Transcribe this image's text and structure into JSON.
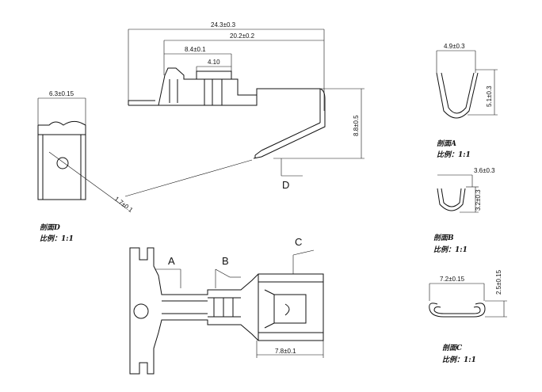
{
  "dimensions": {
    "total_length": "24.3±0.3",
    "length_2": "20.2±0.2",
    "length_3": "8.4±0.1",
    "length_4": "4.10",
    "height_side": "8.8±0.5",
    "end_width": "6.3±0.15",
    "angle_dim": "1.7±0.1",
    "bottom_len": "7.8±0.1",
    "sec_a_width": "4.9±0.3",
    "sec_a_height": "5.1±0.3",
    "sec_b_width": "3.6±0.3",
    "sec_b_height": "3.2±0.3",
    "sec_c_width": "7.2±0.15",
    "sec_c_height": "2.5±0.15"
  },
  "labels": {
    "D": "D",
    "A": "A",
    "B": "B",
    "C": "C"
  },
  "sections": {
    "d_title": "剖面D",
    "d_scale": "比例：1:1",
    "a_title": "剖面A",
    "a_scale": "比例：1:1",
    "b_title": "剖面B",
    "b_scale": "比例：1:1",
    "c_title": "剖面C",
    "c_scale": "比例：1:1"
  }
}
